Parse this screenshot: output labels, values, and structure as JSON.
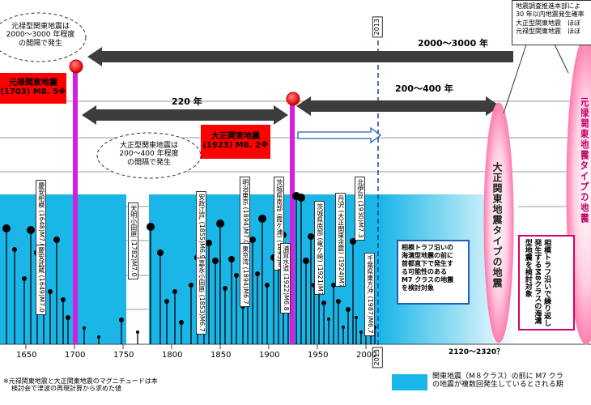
{
  "top_left_note": {
    "line1": "元禄型関東地震は",
    "line2": "2000～3000 年程度",
    "line3": "の間隔で発生"
  },
  "mid_note": {
    "line1": "大正型関東地震は",
    "line2": "200～400 年程度",
    "line3": "の間隔で発生"
  },
  "genroku_box": {
    "line1": "元禄関東地震",
    "line2": "(1703) M8. 5※"
  },
  "taisho_box": {
    "line1": "大正関東地震",
    "line2": "(1923) M8. 2※"
  },
  "arrows": {
    "a2000": "2000～3000 年",
    "a220": "220 年",
    "a200": "200～400 年"
  },
  "year_2013_top": "2013",
  "year_2013_bottom": "2013",
  "top_right_box": {
    "l1": "地震調査推進本部によ",
    "l2": "30 年以内地震発生確率",
    "l3": "大正型関東地震　ほぼ",
    "l4": "元禄型関東地震　ほぼ"
  },
  "pink_left_text": "大正関東地震タイプの地震",
  "pink_right_text": "元禄関東地震タイプの地震",
  "sagami_box": {
    "l1": "相模トラフ沿いの",
    "l2": "海溝型地震の前に",
    "l3": "首都直下で発生す",
    "l4": "る可能性のある",
    "l5": "M7 クラスの地震",
    "l6": "を検討対象"
  },
  "right_box_text": "相模トラフ沿いで繰り返し発生するM8クラスの海溝型地震を検討対象",
  "x_ticks": [
    "1650",
    "1700",
    "1750",
    "1800",
    "1850",
    "1900",
    "1950",
    "2000"
  ],
  "future_range": "2120～2320？",
  "footnote": {
    "l1": "※元禄関東地震と大正関東地震のマグニチュードは本",
    "l2": "検討会で津波の再現計算から求めた値"
  },
  "legend_text": {
    "l1": "関東地震（M８クラス）の前に M7 クラ",
    "l2": "の地震が複数回発生しているとされる期"
  },
  "quake_labels": [
    {
      "name": "慶安相模 (1648)M7.0"
    },
    {
      "name": "慶安武蔵 (1649)M7.0"
    },
    {
      "name": "天明小田原 (1782)M7.0"
    },
    {
      "name": "安政江戸 (1855)M6.9"
    },
    {
      "name": "嘉永小田原 (1853)M6.7"
    },
    {
      "name": "明治東京 (1894)M7.0"
    },
    {
      "name": "東京湾 (1894)M6.7"
    },
    {
      "name": "茨城県南部 (霞ケ浦) (1895)M7.2"
    },
    {
      "name": "浦賀水道 (1922)M6.8"
    },
    {
      "name": "茨城県南部 (竜ケ崎) (1921)M7.0"
    },
    {
      "name": "丹沢 (大正関東余震) (1924)M7.3"
    },
    {
      "name": "北伊豆 (1930)M7.3"
    },
    {
      "name": "千葉県東方沖 (1987)M6.7"
    }
  ],
  "colors": {
    "cyan": "#1ab6e8",
    "magenta": "#d61ee0",
    "red": "#ff0000",
    "pink": "#ff8fb8",
    "navy": "#1f3fb0"
  }
}
